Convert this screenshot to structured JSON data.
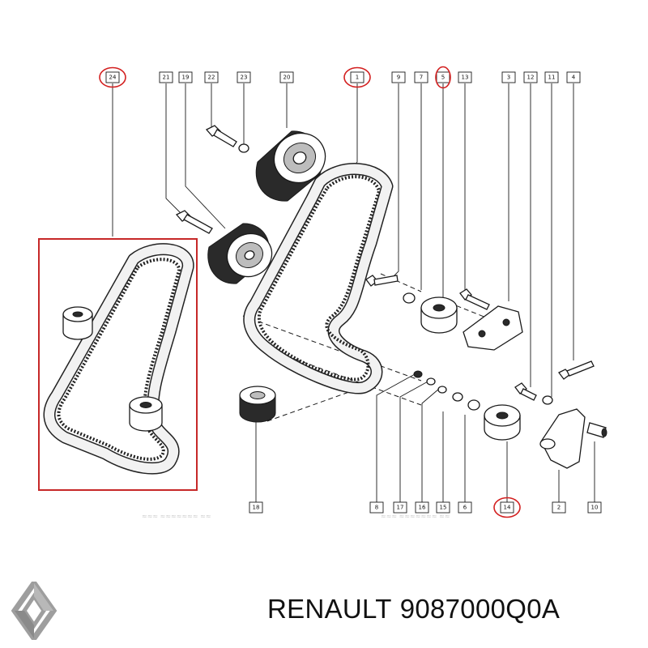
{
  "callouts": {
    "c24": "24",
    "c21": "21",
    "c19": "19",
    "c22": "22",
    "c23": "23",
    "c20": "20",
    "c1": "1",
    "c9": "9",
    "c7": "7",
    "c5": "5",
    "c13": "13",
    "c3": "3",
    "c12": "12",
    "c11": "11",
    "c4": "4",
    "c18": "18",
    "c8": "8",
    "c17": "17",
    "c16": "16",
    "c15": "15",
    "c6": "6",
    "c14": "14",
    "c2": "2",
    "c10": "10"
  },
  "highlighted_callouts": [
    "24",
    "1",
    "5",
    "14"
  ],
  "colors": {
    "highlight": "#c62828",
    "logo": "#9e9e9e"
  },
  "brand_icon": "renault-logo-icon",
  "caption": {
    "brand": "RENAULT",
    "part_number": "9087000Q0A"
  }
}
